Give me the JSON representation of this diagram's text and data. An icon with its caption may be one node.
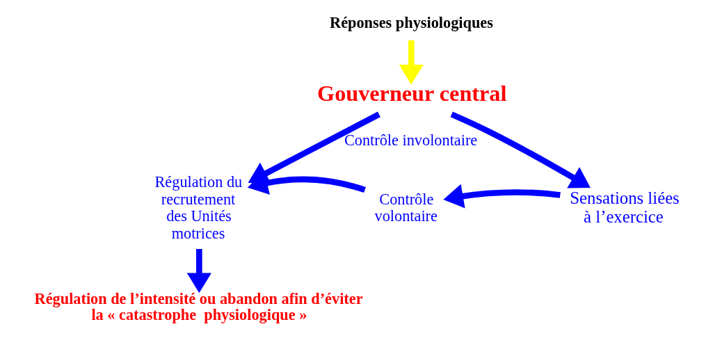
{
  "diagram": {
    "nodes": [
      {
        "text": [
          "Réponses physiologiques"
        ]
      },
      {
        "text": [
          "Gouverneur central"
        ]
      },
      {
        "text": [
          "Sensations liées à l’exercice"
        ]
      },
      {
        "text": [
          "Contrôle volontaire"
        ]
      },
      {
        "text": [
          "Régulation du recrutement des Unités motrices"
        ]
      },
      {
        "text": [
          "Régulation de l’intensité ou abandon afin d’éviter la « catastrophe  physiologique »"
        ]
      }
    ],
    "edges": [
      {
        "from": 0,
        "to": 1,
        "arrow": "to",
        "color": "#ffff00"
      },
      {
        "from": 1,
        "to": 2,
        "arrow": "to"
      },
      {
        "from": 2,
        "to": 3,
        "arrow": "to"
      },
      {
        "from": 3,
        "to": 4,
        "arrow": "to"
      },
      {
        "from": 1,
        "to": 4,
        "arrow": "to",
        "label": "Contrôle involontaire"
      },
      {
        "from": 4,
        "to": 5,
        "arrow": "to"
      }
    ]
  }
}
